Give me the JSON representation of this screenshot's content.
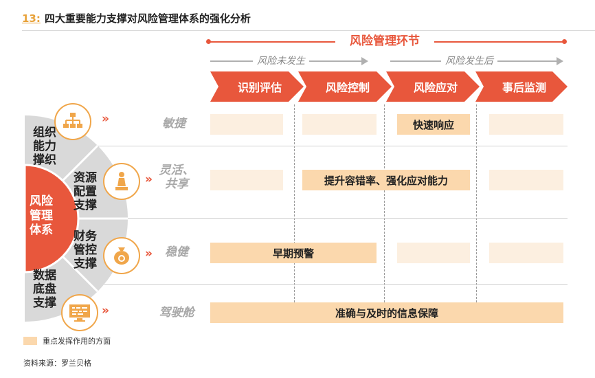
{
  "title": {
    "number": "13:",
    "text": "四大重要能力支撑对风险管理体系的强化分析"
  },
  "header": {
    "main": "风险管理环节",
    "before": "风险未发生",
    "after": "风险发生后",
    "stages": [
      "识别评估",
      "风险控制",
      "风险应对",
      "事后监测"
    ]
  },
  "left": {
    "core": "风险\n管理\n体系",
    "sections": [
      "组织\n能力\n撑织",
      "资源\n配置\n支撑",
      "财务\n管控\n支撑",
      "数据\n底盘\n支撑"
    ],
    "icons": [
      "org-chart-icon",
      "chess-piece-icon",
      "money-bag-icon",
      "data-monitor-icon"
    ]
  },
  "rows": [
    {
      "label": "敏捷",
      "highlight": "快速响应"
    },
    {
      "label": "灵活、\n共享",
      "highlight": "提升容错率、强化应对能力"
    },
    {
      "label": "稳健",
      "highlight": "早期预警"
    },
    {
      "label": "驾驶舱",
      "highlight": "准确与及时的信息保障"
    }
  ],
  "arrow_glyph": "»",
  "legend": {
    "text": "重点发挥作用的方面"
  },
  "source": "资料来源：罗兰贝格",
  "colors": {
    "accent": "#e8573c",
    "highlight": "#fbd8ad",
    "light": "#fcefe0",
    "semicircle": "#d9d9d9",
    "icon_ring": "#f0a64a"
  }
}
